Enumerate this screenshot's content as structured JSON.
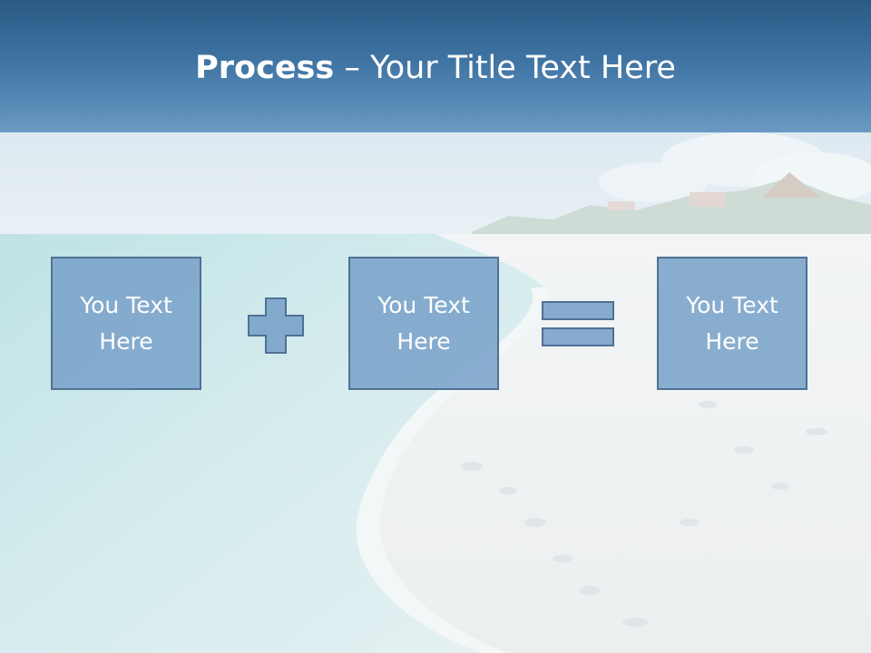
{
  "title": {
    "bold": "Process",
    "rest": " – Your Title Text Here"
  },
  "boxes": [
    {
      "line1": "You Text",
      "line2": "Here"
    },
    {
      "line1": "You Text",
      "line2": "Here"
    },
    {
      "line1": "You Text",
      "line2": "Here"
    }
  ],
  "colors": {
    "header": "#3e73a2",
    "box_fill": "#7aa3ca",
    "box_border": "#4f7193",
    "text": "#ffffff"
  },
  "icons": [
    "plus-icon",
    "equals-icon"
  ]
}
